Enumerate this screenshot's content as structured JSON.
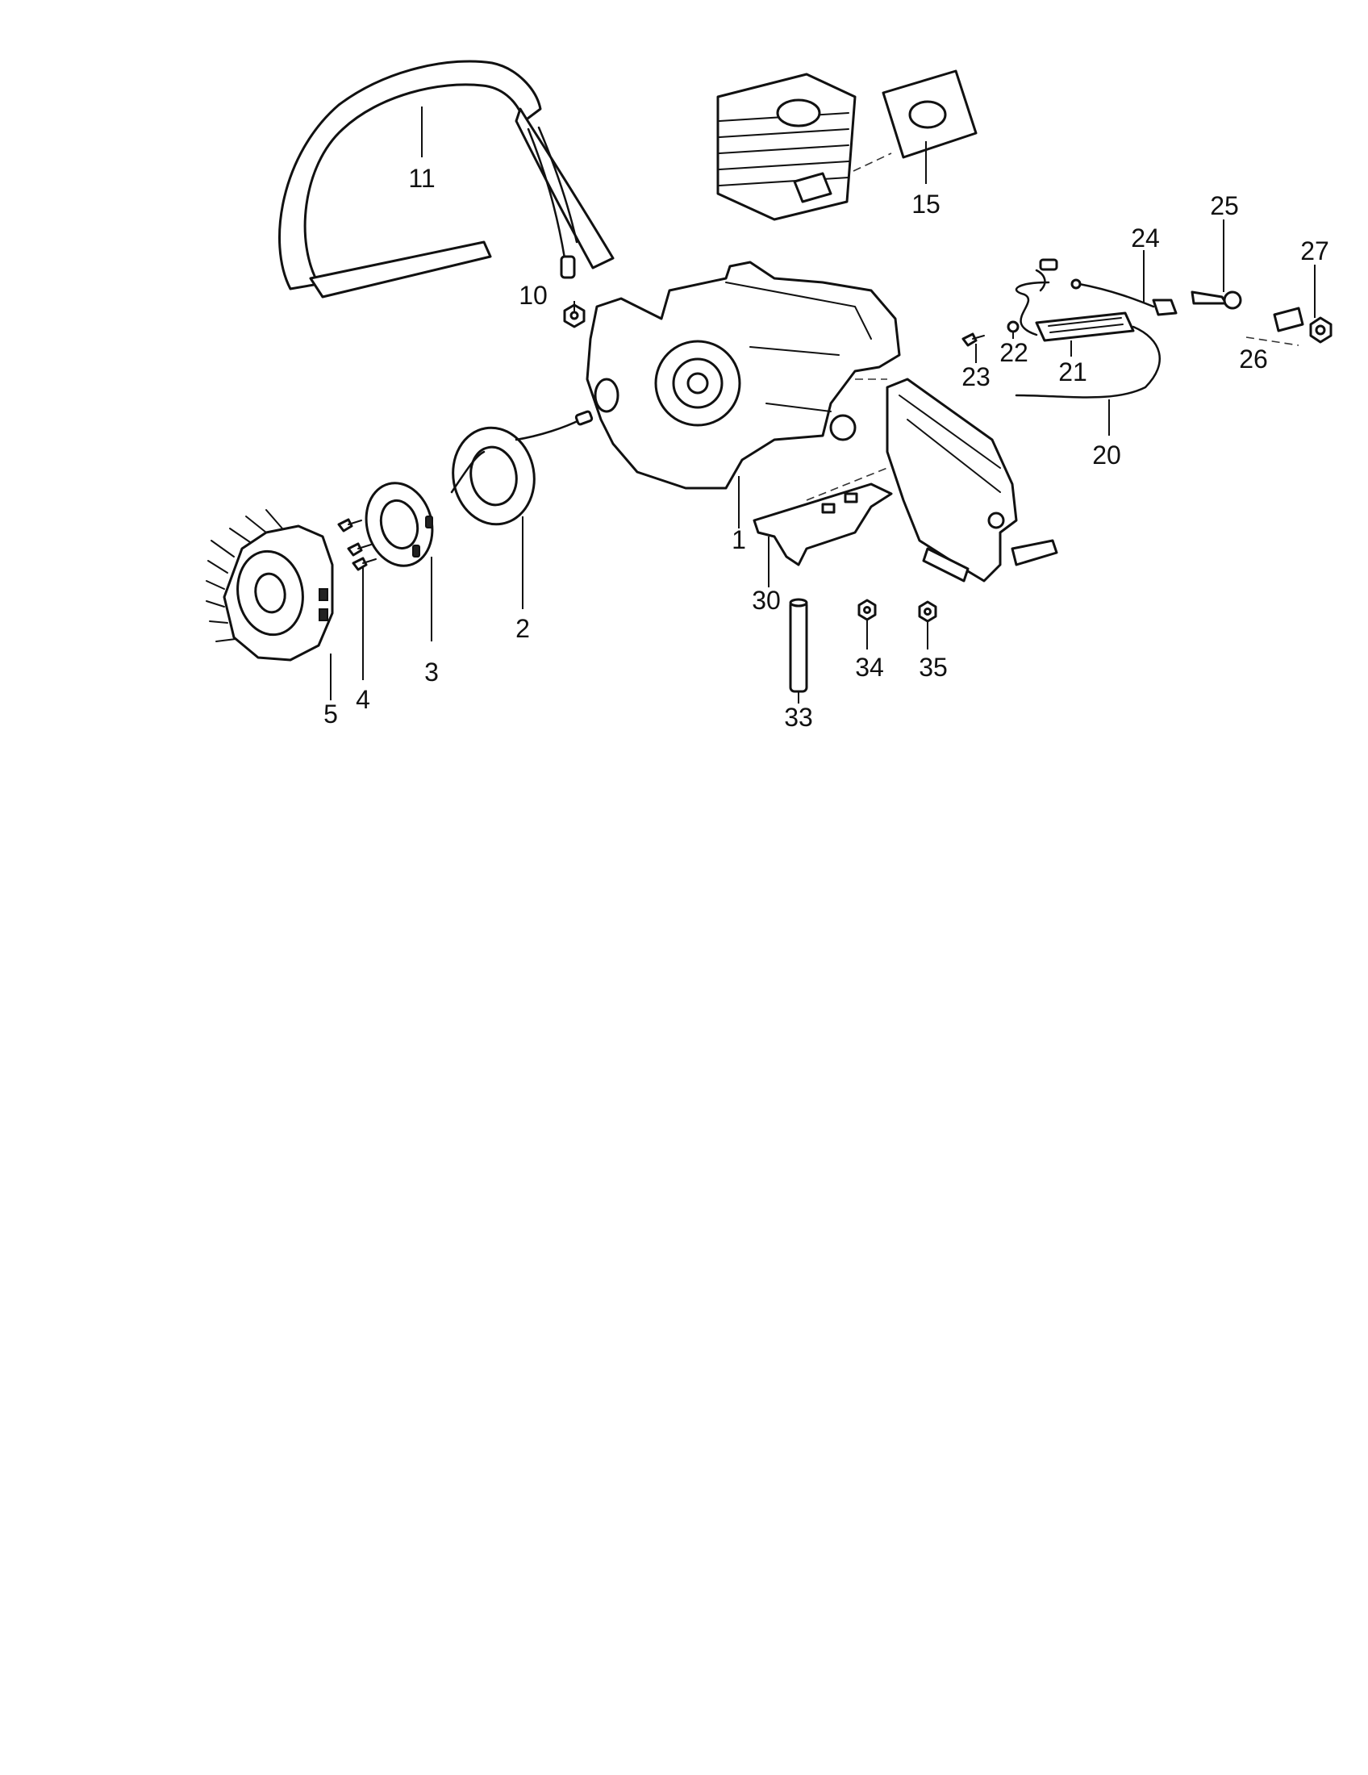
{
  "callouts": {
    "p1": "1",
    "p2": "2",
    "p3": "3",
    "p4": "4",
    "p5": "5",
    "p10": "10",
    "p11": "11",
    "p15": "15",
    "p20": "20",
    "p21": "21",
    "p22": "22",
    "p23": "23",
    "p24": "24",
    "p25": "25",
    "p26": "26",
    "p27": "27",
    "p30": "30",
    "p33": "33",
    "p34": "34",
    "p35": "35"
  },
  "colors": {
    "line": "#111111",
    "background": "#ffffff"
  }
}
